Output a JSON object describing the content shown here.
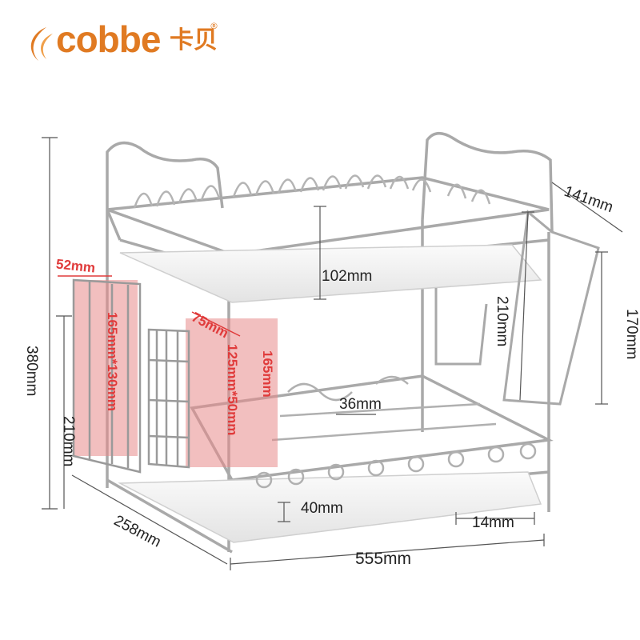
{
  "brand": {
    "logo_name": "cobbe",
    "logo_cn": "卡贝",
    "reg_mark": "®",
    "color": "#e07a22"
  },
  "dimensions": {
    "total_height": "380mm",
    "upper_width_top": "141mm",
    "plate_spacing": "102mm",
    "side_rack_height": "210mm",
    "side_rack_depth": "170mm",
    "lower_height": "210mm",
    "bowl_spacing": "36mm",
    "tray_gap": "40mm",
    "tray_offset": "14mm",
    "depth": "258mm",
    "width": "555mm"
  },
  "cutting_board_holder": {
    "width": "52mm",
    "slot_size": "165mm*130mm",
    "highlight_color": "#e03b3b"
  },
  "utensil_holder": {
    "width": "75mm",
    "slot_size": "125mm*50mm",
    "height": "165mm"
  }
}
